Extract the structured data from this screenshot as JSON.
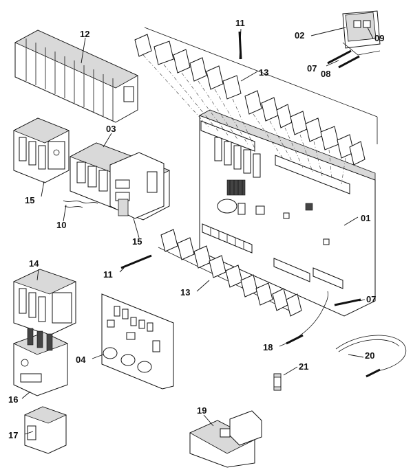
{
  "callouts": {
    "c01": "01",
    "c02": "02",
    "c03": "03",
    "c04": "04",
    "c07a": "07",
    "c07b": "07",
    "c08": "08",
    "c09": "09",
    "c10": "10",
    "c11a": "11",
    "c11b": "11",
    "c12": "12",
    "c13a": "13",
    "c13b": "13",
    "c14": "14",
    "c15a": "15",
    "c15b": "15",
    "c16": "16",
    "c17": "17",
    "c18": "18",
    "c19": "19",
    "c20": "20",
    "c21": "21"
  }
}
